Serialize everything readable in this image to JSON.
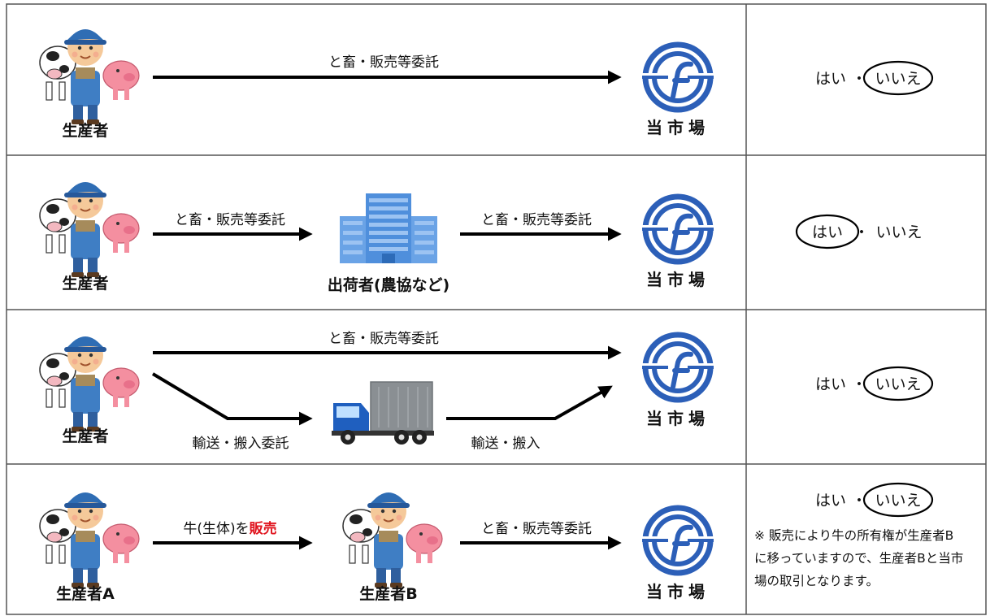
{
  "rows": [
    {
      "producer": "生産者",
      "arrow_label": "と畜・販売等委託",
      "market": "当市場",
      "answer": {
        "yes": "はい",
        "sep": "・",
        "no": "いいえ",
        "circled": "no"
      }
    },
    {
      "producer": "生産者",
      "arrow1_label": "と畜・販売等委託",
      "shipper": "出荷者(農協など)",
      "arrow2_label": "と畜・販売等委託",
      "market": "当市場",
      "answer": {
        "yes": "はい",
        "sep": "・",
        "no": "いいえ",
        "circled": "yes"
      }
    },
    {
      "producer": "生産者",
      "arrow_top_label": "と畜・販売等委託",
      "arrow_transport_label": "輸送・搬入委託",
      "arrow_carry_label": "輸送・搬入",
      "market": "当市場",
      "answer": {
        "yes": "はい",
        "sep": "・",
        "no": "いいえ",
        "circled": "no"
      }
    },
    {
      "producer_a": "生産者A",
      "sale_label_prefix": "牛(生体)を",
      "sale_label_emph": "販売",
      "producer_b": "生産者B",
      "arrow2_label": "と畜・販売等委託",
      "market": "当市場",
      "answer": {
        "yes": "はい",
        "sep": "・",
        "no": "いいえ",
        "circled": "no"
      },
      "note_lines": [
        "※ 販売により牛の所有権が生産者B",
        "に移っていますので、生産者Bと当市",
        "場の取引となります。"
      ]
    }
  ],
  "colors": {
    "grid": "#555555",
    "arrow": "#000000",
    "emphasis": "#e0141e",
    "logo": "#2c5fb8",
    "building": "#4f8fdc",
    "truck_cab": "#1f5fbf",
    "truck_box": "#8a8f93",
    "farmer_cap": "#2f6db4",
    "farmer_overall": "#3f7ec4",
    "pig": "#f48fa0"
  }
}
